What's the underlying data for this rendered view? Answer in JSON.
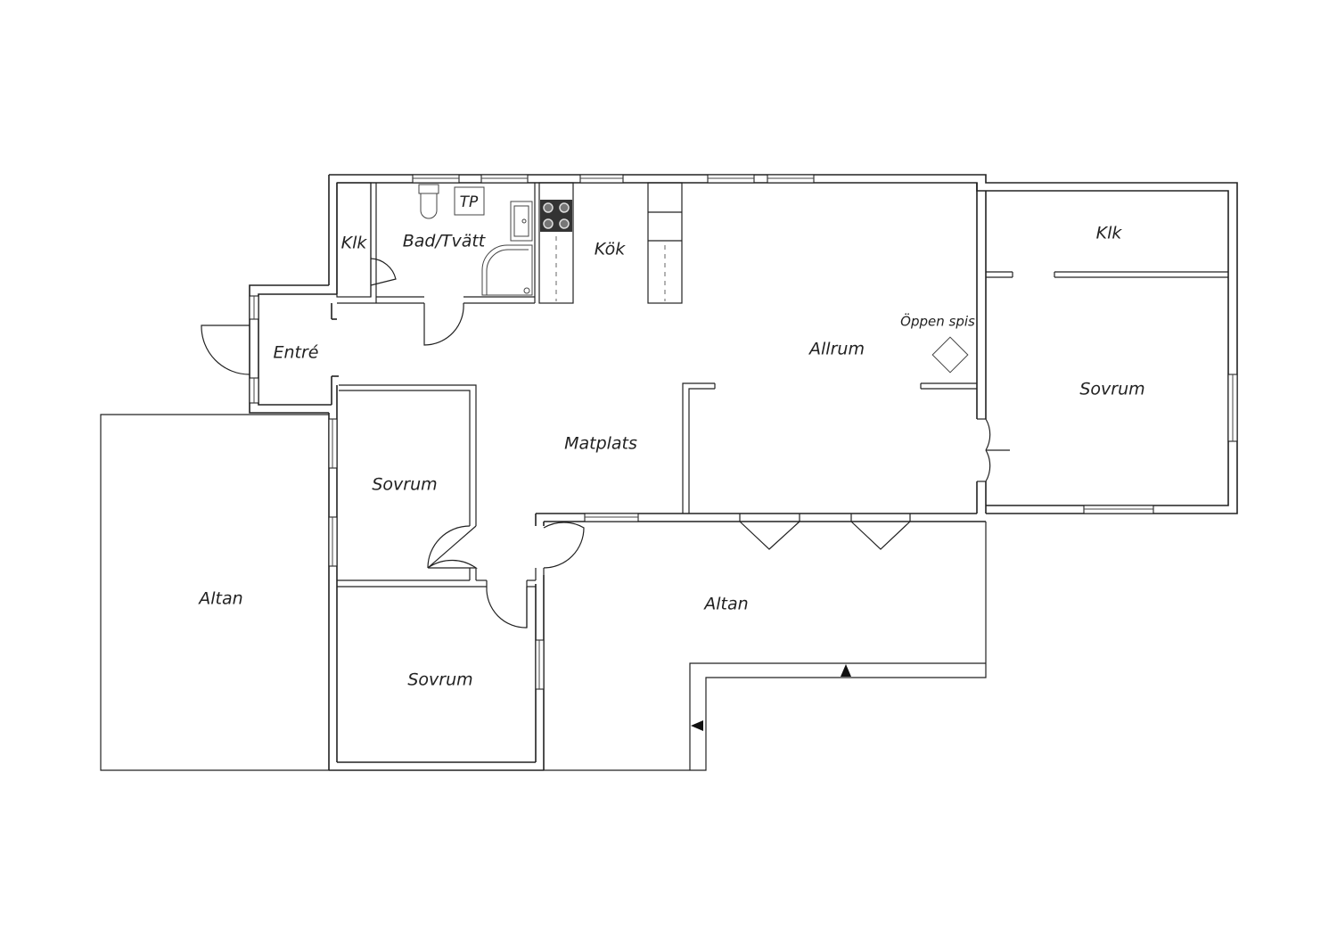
{
  "rooms": {
    "klk_small": "Klk",
    "bad_tvatt": "Bad/Tvätt",
    "tp": "TP",
    "kok": "Kök",
    "entre": "Entré",
    "allrum": "Allrum",
    "oppen_spis": "Öppen spis",
    "klk_large": "Klk",
    "sovrum_east": "Sovrum",
    "matplats": "Matplats",
    "sovrum_upper": "Sovrum",
    "sovrum_lower": "Sovrum",
    "altan_west": "Altan",
    "altan_south": "Altan"
  },
  "colors": {
    "line": "#222222",
    "background": "#ffffff",
    "stove": "#333333"
  }
}
